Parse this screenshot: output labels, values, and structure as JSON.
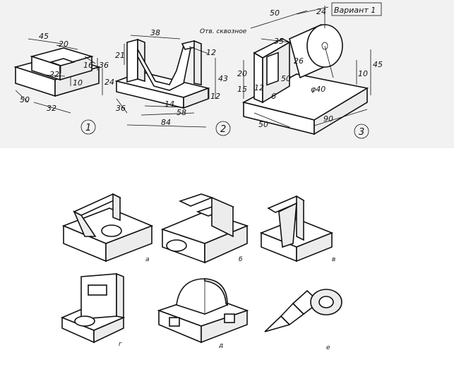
{
  "header": {
    "variant_label": "Вариант 1",
    "hole_note": "Отв. сквозное"
  },
  "drawings": [
    {
      "number": "1",
      "dimensions": [
        "45",
        "20",
        "16",
        "36",
        "22",
        "10",
        "24",
        "50",
        "32"
      ]
    },
    {
      "number": "2",
      "dimensions": [
        "38",
        "21",
        "12",
        "43",
        "12",
        "14",
        "58",
        "84",
        "36"
      ]
    },
    {
      "number": "3",
      "dimensions": [
        "50",
        "24",
        "35",
        "26",
        "20",
        "15",
        "12",
        "50",
        "6",
        "φ40",
        "10",
        "45",
        "50",
        "90"
      ]
    }
  ],
  "isometric_options": [
    {
      "letter": "а"
    },
    {
      "letter": "б"
    },
    {
      "letter": "в"
    },
    {
      "letter": "г"
    },
    {
      "letter": "д"
    },
    {
      "letter": "е"
    }
  ]
}
